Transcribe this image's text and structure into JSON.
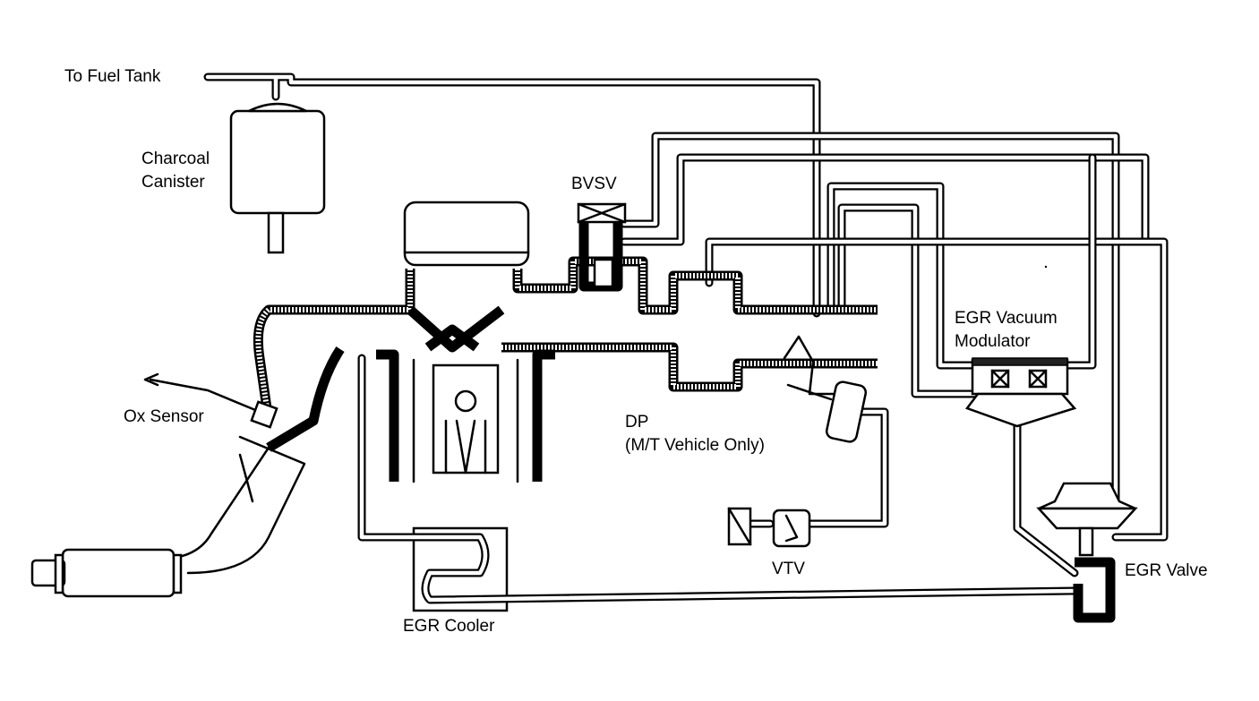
{
  "labels": {
    "fuel_tank": "To Fuel Tank",
    "canister_line1": "Charcoal",
    "canister_line2": "Canister",
    "bvsv": "BVSV",
    "egr_mod_line1": "EGR Vacuum",
    "egr_mod_line2": "Modulator",
    "ox_sensor": "Ox Sensor",
    "dp_line1": "DP",
    "dp_line2": "(M/T Vehicle Only)",
    "vtv": "VTV",
    "egr_valve": "EGR Valve",
    "egr_cooler": "EGR Cooler"
  },
  "colors": {
    "line": "#000000",
    "background": "#ffffff"
  }
}
